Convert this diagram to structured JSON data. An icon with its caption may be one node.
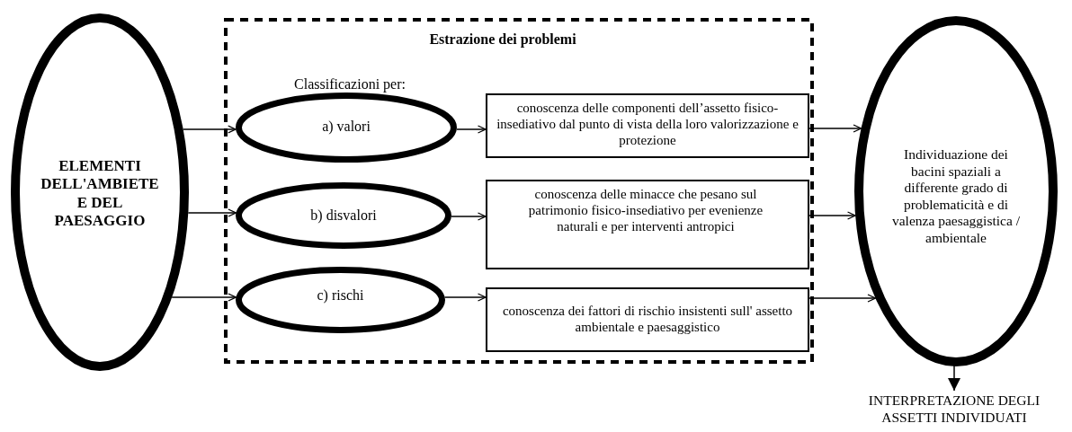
{
  "diagram": {
    "nodes": [
      {
        "text": [
          "ELEMENTI DELL'AMBIETE E DEL PAESAGGIO"
        ]
      },
      {
        "text": [
          "Estrazione dei problemi",
          "Classificazioni per:"
        ]
      },
      {
        "text": [
          "a) valori"
        ],
        "in": 1
      },
      {
        "text": [
          "conoscenza delle componenti dell’assetto fisico-insediativo dal punto di vista della loro valorizzazione e protezione"
        ],
        "in": 1
      },
      {
        "text": [
          "b) disvalori"
        ],
        "in": 1
      },
      {
        "text": [
          "conoscenza delle minacce che pesano sul patrimonio fisico-insediativo per evenienze naturali e per interventi antropici"
        ],
        "in": 1
      },
      {
        "text": [
          "c) rischi"
        ],
        "in": 1
      },
      {
        "text": [
          "conoscenza dei fattori di rischio insistenti sull' assetto ambientale e paesaggistico"
        ],
        "in": 1
      },
      {
        "text": [
          "Individuazione dei bacini spaziali a differente grado di problematicità e di valenza paesaggistica / ambientale"
        ]
      },
      {
        "text": [
          "INTERPRETAZIONE DEGLI ASSETTI INDIVIDUATI"
        ]
      }
    ],
    "edges": [
      {
        "from": 0,
        "to": 2,
        "arrow": "to"
      },
      {
        "from": 0,
        "to": 4,
        "arrow": "to"
      },
      {
        "from": 0,
        "to": 6,
        "arrow": "to"
      },
      {
        "from": 2,
        "to": 3,
        "arrow": "to"
      },
      {
        "from": 4,
        "to": 5,
        "arrow": "to"
      },
      {
        "from": 6,
        "to": 7,
        "arrow": "to"
      },
      {
        "from": 3,
        "to": 8,
        "arrow": "to"
      },
      {
        "from": 5,
        "to": 8,
        "arrow": "to"
      },
      {
        "from": 7,
        "to": 8,
        "arrow": "to"
      },
      {
        "from": 8,
        "to": 9,
        "arrow": "to"
      }
    ]
  }
}
